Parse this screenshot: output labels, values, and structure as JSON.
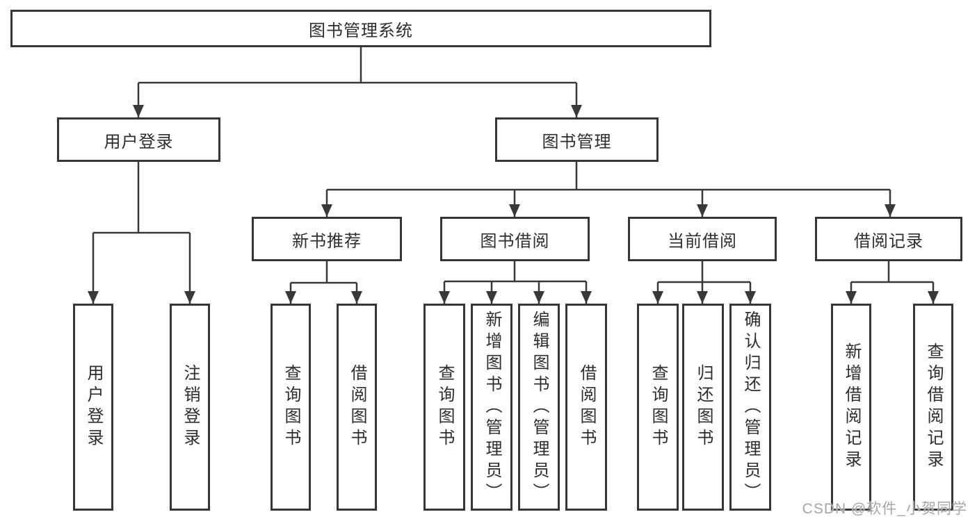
{
  "diagram": {
    "root": {
      "label": "图书管理系统"
    },
    "level2": [
      {
        "label": "用户登录"
      },
      {
        "label": "图书管理"
      }
    ],
    "level3": [
      {
        "label": "新书推荐"
      },
      {
        "label": "图书借阅"
      },
      {
        "label": "当前借阅"
      },
      {
        "label": "借阅记录"
      }
    ],
    "level4": [
      {
        "label": "用户登录"
      },
      {
        "label": "注销登录"
      },
      {
        "label": "查询图书"
      },
      {
        "label": "借阅图书"
      },
      {
        "label": "查询图书"
      },
      {
        "label": "新增图书（管理员）"
      },
      {
        "label": "编辑图书（管理员）"
      },
      {
        "label": "借阅图书"
      },
      {
        "label": "查询图书"
      },
      {
        "label": "归还图书"
      },
      {
        "label": "确认归还（管理员）"
      },
      {
        "label": "新增借阅记录"
      },
      {
        "label": "查询借阅记录"
      }
    ],
    "watermark": "CSDN @软件_小贺同学",
    "colors": {
      "line": "#383838",
      "box_border": "#363636",
      "box_fill": "#ffffff",
      "text": "#2d2d2d",
      "watermark_color": "#a6a6a6",
      "background": "#ffffff"
    }
  }
}
